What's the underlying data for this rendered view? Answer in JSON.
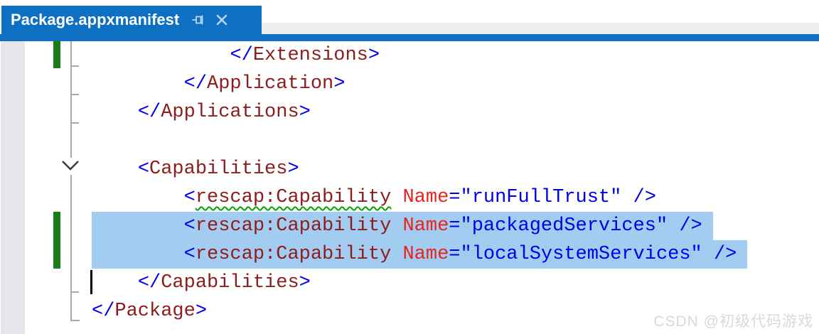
{
  "tab": {
    "title": "Package.appxmanifest",
    "pin_icon": "pushpin",
    "close_icon": "close-x"
  },
  "colors": {
    "accent_blue": "#0e70c2",
    "selection_blue": "#a3cdf0",
    "change_bar_green": "#177c17",
    "xml_element": "#8e1c1c",
    "xml_attribute": "#e8241e",
    "xml_delimiter_value": "#0000e8",
    "squiggle_green": "#00a400"
  },
  "editor": {
    "collapse_icon": "chevron-down",
    "caret": {
      "line": 9,
      "column": 0
    }
  },
  "code": {
    "lines": [
      {
        "selected": false,
        "segments": [
          {
            "type": "p",
            "text": "            "
          },
          {
            "type": "d",
            "text": "</"
          },
          {
            "type": "t",
            "text": "Extensions"
          },
          {
            "type": "d",
            "text": ">"
          }
        ]
      },
      {
        "selected": false,
        "segments": [
          {
            "type": "p",
            "text": "        "
          },
          {
            "type": "d",
            "text": "</"
          },
          {
            "type": "t",
            "text": "Application"
          },
          {
            "type": "d",
            "text": ">"
          }
        ]
      },
      {
        "selected": false,
        "segments": [
          {
            "type": "p",
            "text": "    "
          },
          {
            "type": "d",
            "text": "</"
          },
          {
            "type": "t",
            "text": "Applications"
          },
          {
            "type": "d",
            "text": ">"
          }
        ]
      },
      {
        "selected": false,
        "segments": []
      },
      {
        "selected": false,
        "segments": [
          {
            "type": "p",
            "text": "    "
          },
          {
            "type": "d",
            "text": "<"
          },
          {
            "type": "t",
            "text": "Capabilities"
          },
          {
            "type": "d",
            "text": ">"
          }
        ]
      },
      {
        "selected": false,
        "segments": [
          {
            "type": "p",
            "text": "        "
          },
          {
            "type": "d",
            "text": "<"
          },
          {
            "type": "ts",
            "text": "rescap:Capability"
          },
          {
            "type": "p",
            "text": " "
          },
          {
            "type": "a",
            "text": "Name"
          },
          {
            "type": "d",
            "text": "=″runFullTrust″"
          },
          {
            "type": "p",
            "text": " "
          },
          {
            "type": "d",
            "text": "/>"
          }
        ]
      },
      {
        "selected": true,
        "segments": [
          {
            "type": "p",
            "text": "        "
          },
          {
            "type": "d",
            "text": "<"
          },
          {
            "type": "t",
            "text": "rescap:Capability"
          },
          {
            "type": "p",
            "text": " "
          },
          {
            "type": "a",
            "text": "Name"
          },
          {
            "type": "d",
            "text": "=″packagedServices″"
          },
          {
            "type": "p",
            "text": " "
          },
          {
            "type": "d",
            "text": "/>"
          }
        ]
      },
      {
        "selected": true,
        "segments": [
          {
            "type": "p",
            "text": "        "
          },
          {
            "type": "d",
            "text": "<"
          },
          {
            "type": "t",
            "text": "rescap:Capability"
          },
          {
            "type": "p",
            "text": " "
          },
          {
            "type": "a",
            "text": "Name"
          },
          {
            "type": "d",
            "text": "=″localSystemServices″"
          },
          {
            "type": "p",
            "text": " "
          },
          {
            "type": "d",
            "text": "/>"
          }
        ]
      },
      {
        "selected": false,
        "segments": [
          {
            "type": "p",
            "text": "    "
          },
          {
            "type": "d",
            "text": "</"
          },
          {
            "type": "t",
            "text": "Capabilities"
          },
          {
            "type": "d",
            "text": ">"
          }
        ]
      },
      {
        "selected": false,
        "segments": [
          {
            "type": "d",
            "text": "</"
          },
          {
            "type": "t",
            "text": "Package"
          },
          {
            "type": "d",
            "text": ">"
          }
        ]
      }
    ]
  },
  "watermark": {
    "text": "CSDN @初级代码游戏"
  }
}
